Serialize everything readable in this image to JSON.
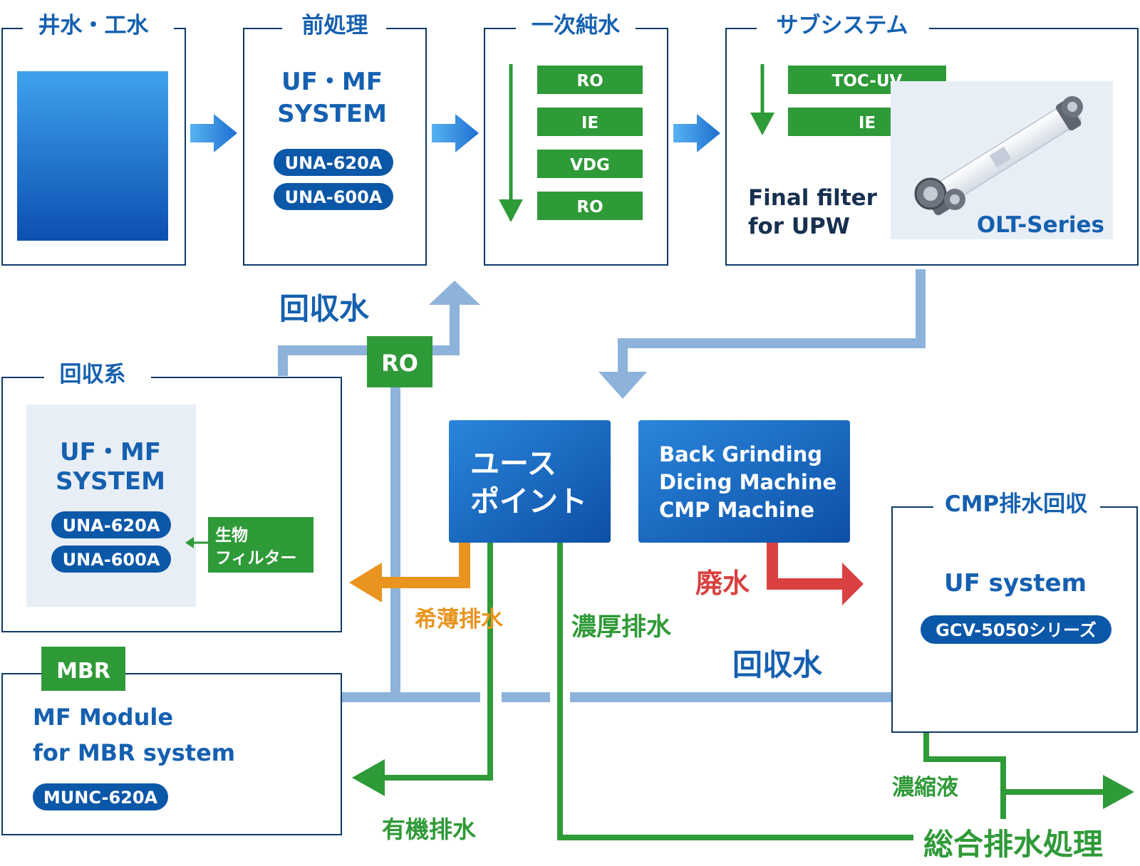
{
  "colors": {
    "frame_border": "#0d3a66",
    "title_blue": "#1560b0",
    "pill_navy": "#0b57a8",
    "step_green": "#2f9a38",
    "recovery_blue": "#8db3da",
    "dilute_orange": "#e8941e",
    "waste_red": "#d94141",
    "use_point_blue": "#1d6fc7",
    "product_bg": "#e8eef6"
  },
  "stages": {
    "source": {
      "title": "井水・工水"
    },
    "pretreatment": {
      "title": "前処理",
      "system_line1": "UF・MF",
      "system_line2": "SYSTEM",
      "models": [
        "UNA-620A",
        "UNA-600A"
      ]
    },
    "primary": {
      "title": "一次純水",
      "steps": [
        "RO",
        "IE",
        "VDG",
        "RO"
      ]
    },
    "subsystem": {
      "title": "サブシステム",
      "steps": [
        "TOC-UV",
        "IE"
      ],
      "final_line1": "Final filter",
      "final_line2": "for UPW",
      "product_name": "OLT-Series"
    }
  },
  "recovery": {
    "title": "回収系",
    "system_line1": "UF・MF",
    "system_line2": "SYSTEM",
    "models": [
      "UNA-620A",
      "UNA-600A"
    ],
    "bio_line1": "生物",
    "bio_line2": "フィルター"
  },
  "recovered_water_upper": "回収水",
  "ro_label": "RO",
  "use_point": {
    "line1": "ユース",
    "line2": "ポイント"
  },
  "machines": [
    "Back Grinding",
    "Dicing Machine",
    "CMP Machine"
  ],
  "flows": {
    "waste": "廃水",
    "dilute": "希薄排水",
    "concentrated": "濃厚排水",
    "recovered_water_lower": "回収水",
    "organic": "有機排水",
    "concentrate": "濃縮液",
    "total_treatment": "総合排水処理"
  },
  "cmp": {
    "title": "CMP排水回収",
    "system": "UF system",
    "model": "GCV-5050シリーズ"
  },
  "mbr": {
    "tag": "MBR",
    "line1": "MF Module",
    "line2": "for MBR system",
    "model": "MUNC-620A"
  }
}
